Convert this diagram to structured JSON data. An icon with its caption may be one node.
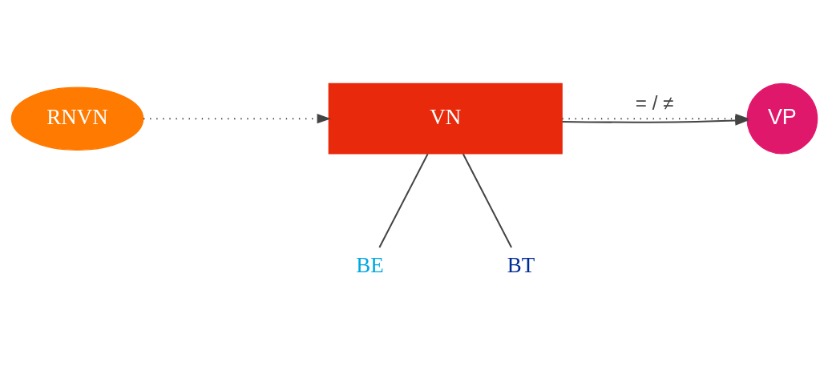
{
  "diagram": {
    "nodes": [
      {
        "text": [
          "RNVN"
        ]
      },
      {
        "text": [
          "VN"
        ]
      },
      {
        "text": [
          "VP"
        ]
      },
      {
        "text": [
          "BE"
        ]
      },
      {
        "text": [
          "BT"
        ]
      }
    ],
    "edges": [
      {
        "from": 0,
        "to": 1,
        "arrow": "to",
        "style": "dashed"
      },
      {
        "from": 1,
        "to": 2,
        "arrow": "to",
        "style": "dashed",
        "label": "= / ≠"
      },
      {
        "from": 1,
        "to": 2,
        "arrow": "to"
      },
      {
        "from": 1,
        "to": 3,
        "arrow": "none"
      },
      {
        "from": 1,
        "to": 4,
        "arrow": "none"
      }
    ]
  }
}
